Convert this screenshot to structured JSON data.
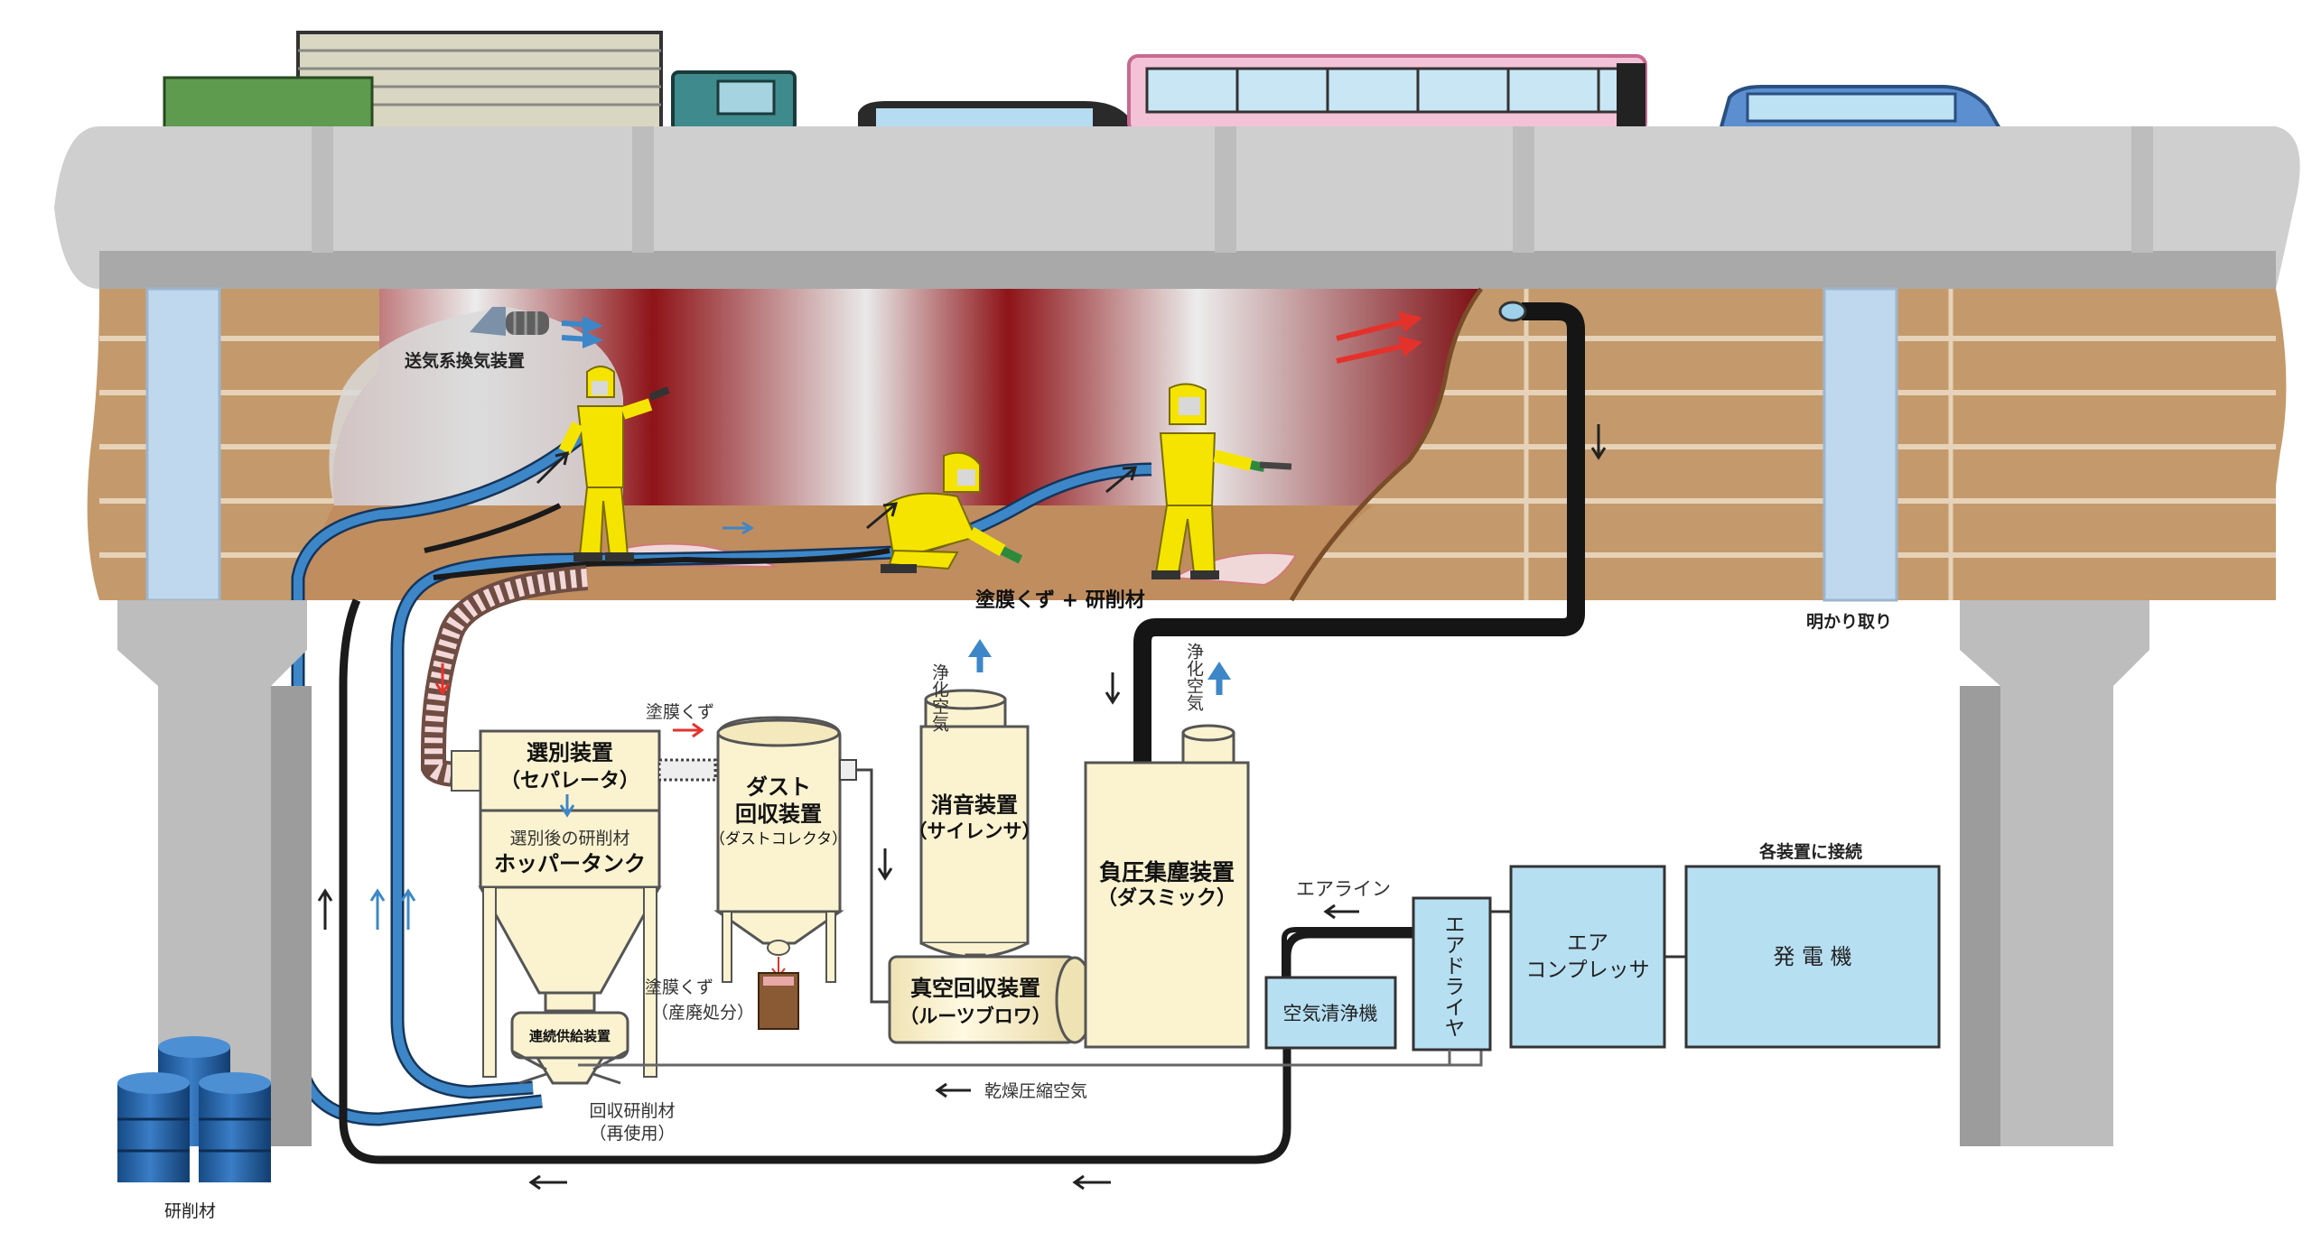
{
  "labels": {
    "ventilation": "送気系換気装置",
    "debris_abrasive": "塗膜くず + 研削材",
    "skylight": "明かり取り",
    "separator_title": "選別装置",
    "separator_sub": "（セパレータ）",
    "sorted_abrasive": "選別後の研削材",
    "hopper_tank": "ホッパータンク",
    "continuous_feeder": "連続供給装置",
    "paint_debris": "塗膜くず",
    "dust_title_1": "ダスト",
    "dust_title_2": "回収装置",
    "dust_sub": "（ダストコレクタ）",
    "debris_disposal_1": "塗膜くず",
    "debris_disposal_2": "（産廃処分）",
    "purified_air": "浄化空気",
    "silencer_title": "消音装置",
    "silencer_sub": "（サイレンサ）",
    "vacuum_title": "真空回収装置",
    "vacuum_sub": "（ルーツブロワ）",
    "dust_collector_title": "負圧集塵装置",
    "dust_collector_sub": "（ダスミック）",
    "air_line": "エアライン",
    "connect_all": "各装置に接続",
    "air_cleaner": "空気清浄機",
    "air_dryer": "エアドライヤ",
    "compressor_1": "エア",
    "compressor_2": "コンプレッサ",
    "generator": "発 電 機",
    "dry_compressed_air": "乾燥圧縮空気",
    "recovered_abrasive_1": "回収研削材",
    "recovered_abrasive_2": "（再使用）",
    "abrasive": "研削材"
  },
  "colors": {
    "bridge_deck": "#cccccc",
    "girder": "#c49a6c",
    "machine_fill": "#fbf3d0",
    "power_fill": "#b7dff2",
    "worker_suit": "#f5e400",
    "blue_hose": "#3d87c8",
    "red_arrow": "#e4322b",
    "drum_blue": "#1e5fa6"
  }
}
